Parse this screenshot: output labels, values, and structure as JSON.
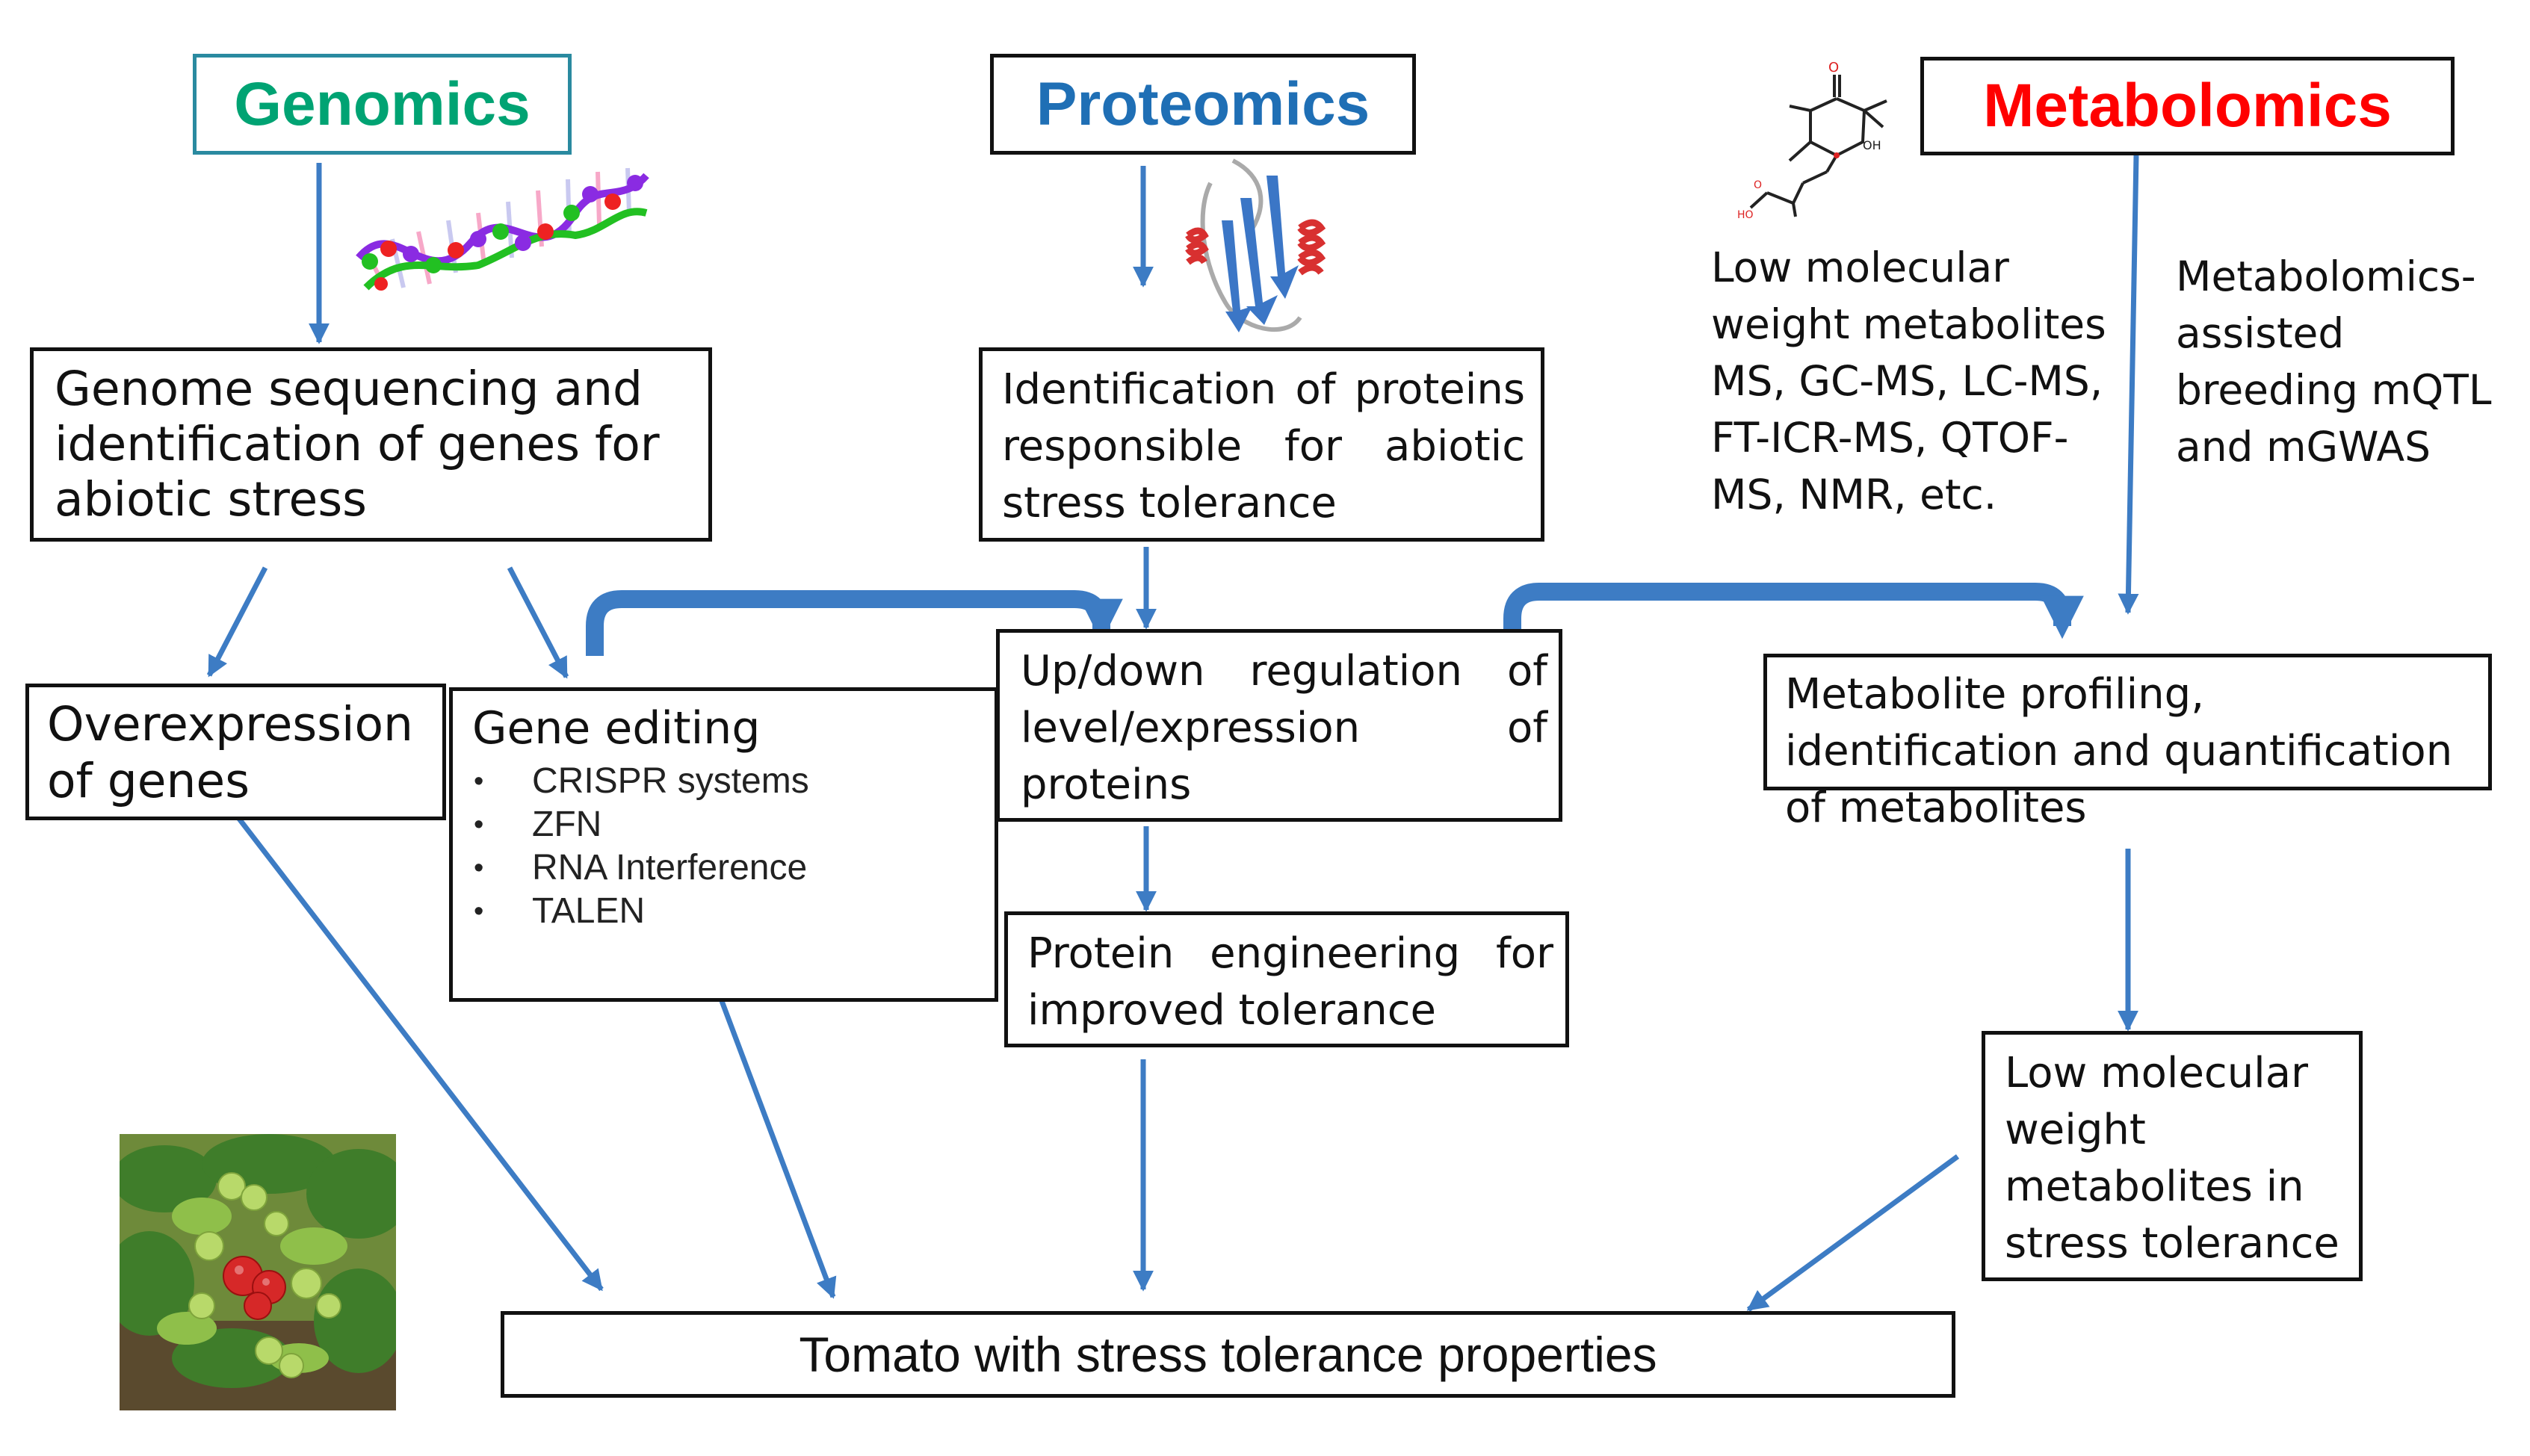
{
  "headers": {
    "genomics": "Genomics",
    "proteomics": "Proteomics",
    "metabolomics": "Metabolomics"
  },
  "genomics": {
    "sequencing": "Genome sequencing and identification of genes for abiotic stress",
    "overexpression": "Overexpression of genes",
    "gene_editing": {
      "title": "Gene editing",
      "methods": [
        "CRISPR systems",
        "ZFN",
        "RNA Interference",
        "TALEN"
      ]
    }
  },
  "proteomics": {
    "identification": "Identification of proteins responsible for abiotic stress tolerance",
    "regulation": "Up/down regulation of level/expression of proteins",
    "engineering": "Protein engineering for improved tolerance"
  },
  "metabolomics": {
    "techniques": "Low molecular weight metabolites MS, GC-MS, LC-MS, FT-ICR-MS, QTOF-MS, NMR, etc.",
    "breeding": "Metabolomics-assisted breeding mQTL and mGWAS",
    "profiling": "Metabolite profiling, identification and quantification of metabolites",
    "low_mw": "Low molecular weight metabolites in stress tolerance"
  },
  "outcome": "Tomato with stress tolerance properties",
  "colors": {
    "genomics": "#00a373",
    "proteomics": "#1f6fb5",
    "metabolomics": "#ff0000",
    "arrow": "#3d7cc4"
  },
  "icons": {
    "dna": "dna-helix-icon",
    "protein": "protein-structure-icon",
    "molecule": "abscisic-acid-molecule-icon",
    "tomato": "tomato-plant-photo"
  }
}
